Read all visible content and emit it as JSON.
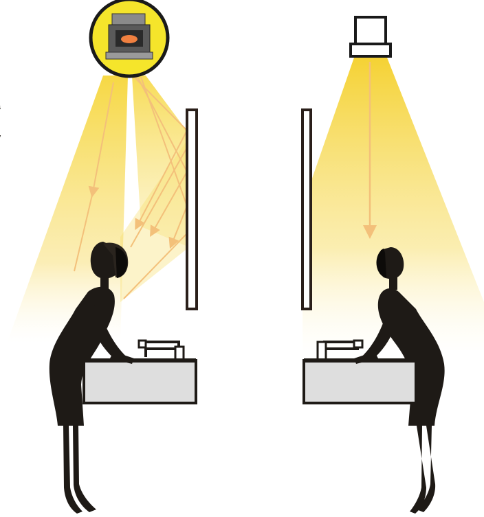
{
  "left_panel": {
    "fixture": "recessed-downlight-photo",
    "fixture_badge_color": "#f5e52b",
    "clipped_text": [
      "s",
      "y"
    ]
  },
  "right_panel": {
    "fixture": "box-downlight"
  },
  "colors": {
    "light_beam": "#f6d63a",
    "arrow": "#f3c07a",
    "figure": "#1e1a16",
    "mirror_frame": "#2a1f1a",
    "sink_fill": "#dedede",
    "background": "#ffffff"
  }
}
